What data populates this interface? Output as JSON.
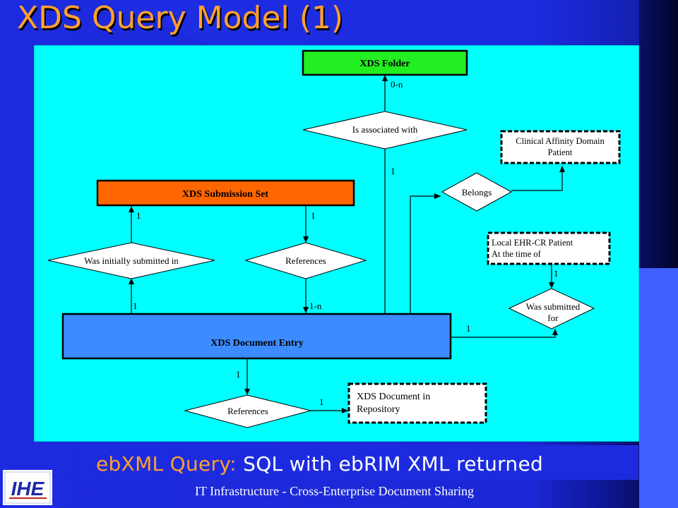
{
  "slide": {
    "title": "XDS Query Model (1)",
    "caption_lead": "ebXML Query:",
    "caption_rest": "SQL with ebRIM XML returned",
    "footer": "IT Infrastructure - Cross-Enterprise Document Sharing",
    "logo_text": "IHE"
  },
  "diagram": {
    "entities": {
      "folder": "XDS Folder",
      "submission_set": "XDS Submission Set",
      "document_entry": "XDS Document Entry",
      "document_in_repository": [
        "XDS Document in",
        "Repository"
      ],
      "affinity_patient": [
        "Clinical Affinity Domain",
        "Patient"
      ],
      "local_patient": [
        "Local EHR-CR Patient",
        "At the time of"
      ]
    },
    "relationships": {
      "is_associated_with": "Is associated with",
      "belongs": "Belongs",
      "was_initially_submitted_in": "Was initially submitted in",
      "references_set": "References",
      "was_submitted_for": [
        "Was submitted",
        "for"
      ],
      "references_repo": "References"
    },
    "multiplicities": {
      "folder_side": "0-n",
      "entry_to_folder": "1",
      "set_left": "1",
      "set_right": "1",
      "entry_left": "1",
      "entry_references": "1-n",
      "entry_submitted_for": "1",
      "local_patient": "1",
      "entry_down": "1",
      "repository": "1"
    }
  },
  "colors": {
    "background": "#1d2be0",
    "title": "#ffa030",
    "diagram_fill": "#00ffff",
    "folder_fill": "#22ee22",
    "submission_set_fill": "#ff6600",
    "document_entry_fill": "#3c8cff"
  }
}
